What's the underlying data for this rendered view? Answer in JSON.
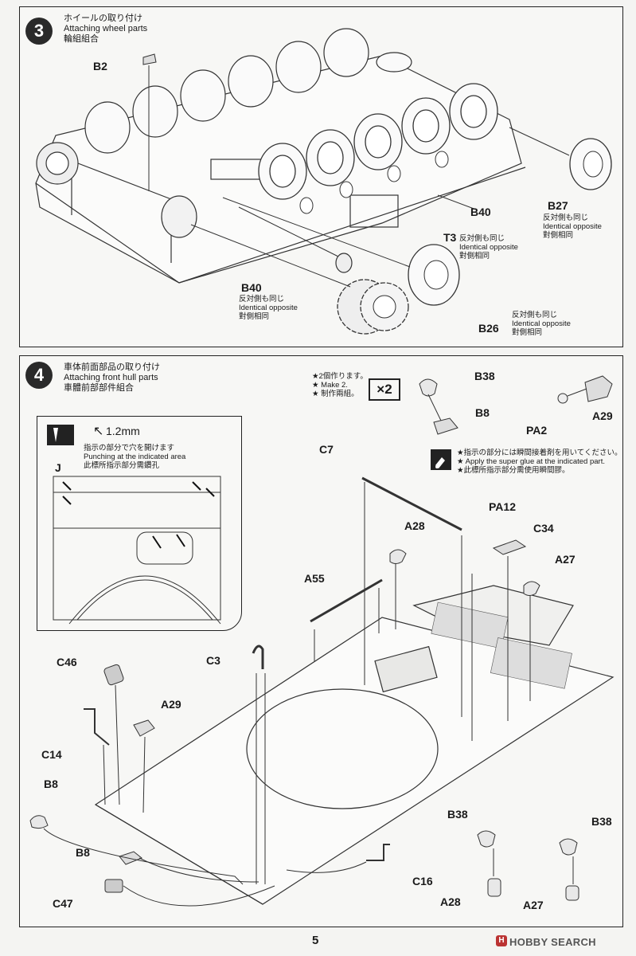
{
  "step3": {
    "number": "3",
    "title_jp": "ホイールの取り付け",
    "title_en": "Attaching wheel parts",
    "title_cn": "輪組組合",
    "labels": {
      "b2": "B2",
      "b27": "B27",
      "b40a": "B40",
      "t3": "T3",
      "b40b": "B40",
      "b26": "B26"
    },
    "notes": {
      "b27_jp": "反対側も同じ",
      "b27_en": "Identical opposite",
      "b27_cn": "對側相同",
      "t3_jp": "反対側も同じ",
      "t3_en": "Identical opposite",
      "t3_cn": "對側相同",
      "b40_jp": "反対側も同じ",
      "b40_en": "Identical opposite",
      "b40_cn": "對側相同",
      "b26_jp": "反対側も同じ",
      "b26_en": "Identical opposite",
      "b26_cn": "對側相同"
    }
  },
  "step4": {
    "number": "4",
    "title_jp": "車体前面部品の取り付け",
    "title_en": "Attaching front hull parts",
    "title_cn": "車體前部部件組合",
    "make2_jp": "★2個作ります。",
    "make2_en": "★ Make 2.",
    "make2_cn": "★ 制作兩組。",
    "x2": "×2",
    "glue_jp": "★指示の部分には瞬間接着剤を用いてください。",
    "glue_en": "★ Apply the super glue at the indicated part.",
    "glue_cn": "★此標所指示部分需使用瞬間膠。",
    "inset": {
      "drill_size": "1.2mm",
      "drill_jp": "指示の部分で穴を開けます",
      "drill_en": "Punching at the indicated area",
      "drill_cn": "此標所指示部分需鑽孔",
      "part_j": "J"
    },
    "labels": {
      "b38a": "B38",
      "b8a": "B8",
      "pa2": "PA2",
      "a29a": "A29",
      "c7": "C7",
      "pa12": "PA12",
      "a28a": "A28",
      "c34": "C34",
      "a27a": "A27",
      "a55": "A55",
      "c46": "C46",
      "c3": "C3",
      "a29b": "A29",
      "c14": "C14",
      "b8b": "B8",
      "b8c": "B8",
      "c47": "C47",
      "b38b": "B38",
      "b38c": "B38",
      "c16": "C16",
      "a28b": "A28",
      "a27b": "A27"
    }
  },
  "footer": {
    "page_number": "5",
    "brand": "HOBBY SEARCH"
  }
}
